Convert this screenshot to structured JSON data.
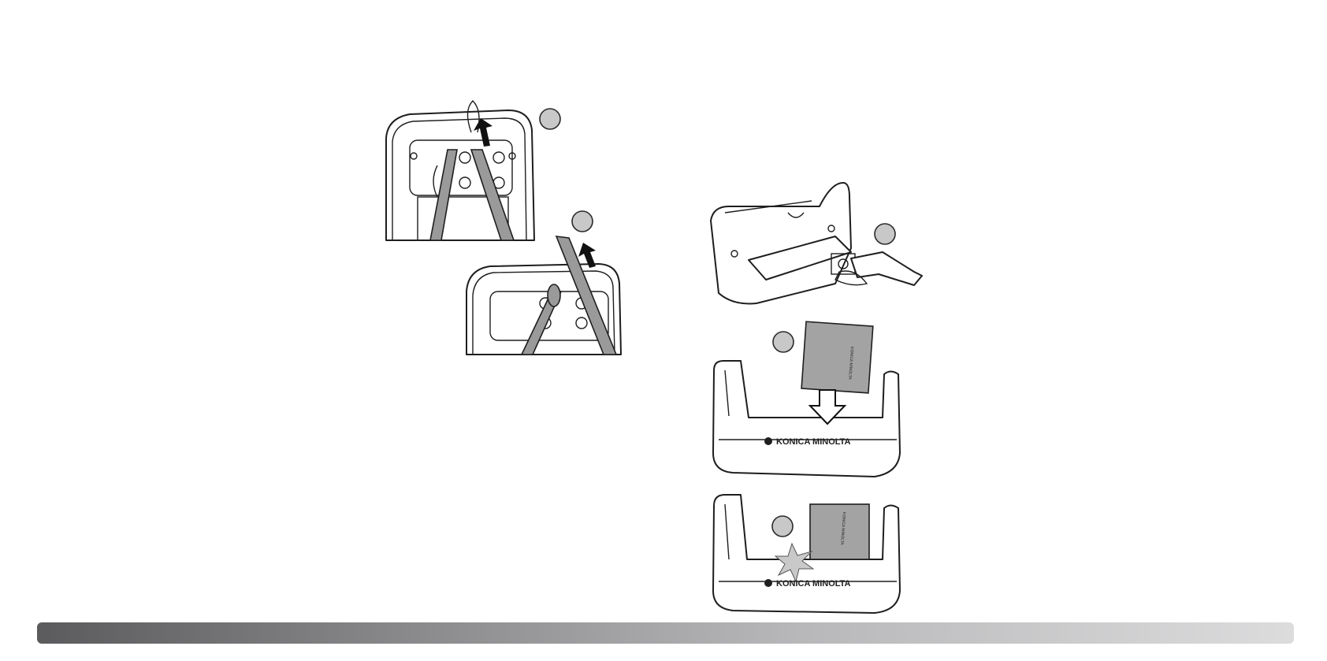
{
  "brand": {
    "cradle_logo": "KONICA MINOLTA",
    "battery_logo": "KONICA MINOLTA"
  },
  "illustrations": [
    "camera-strap-loop-step",
    "camera-strap-pull-step",
    "cradle-ac-adapter-step",
    "battery-insert-step",
    "charging-lamp-step"
  ],
  "colors": {
    "footer_bar_start": "#5b5b5d",
    "footer_bar_end": "#dcdcdd",
    "step_marker_fill": "#c8c8c8"
  }
}
